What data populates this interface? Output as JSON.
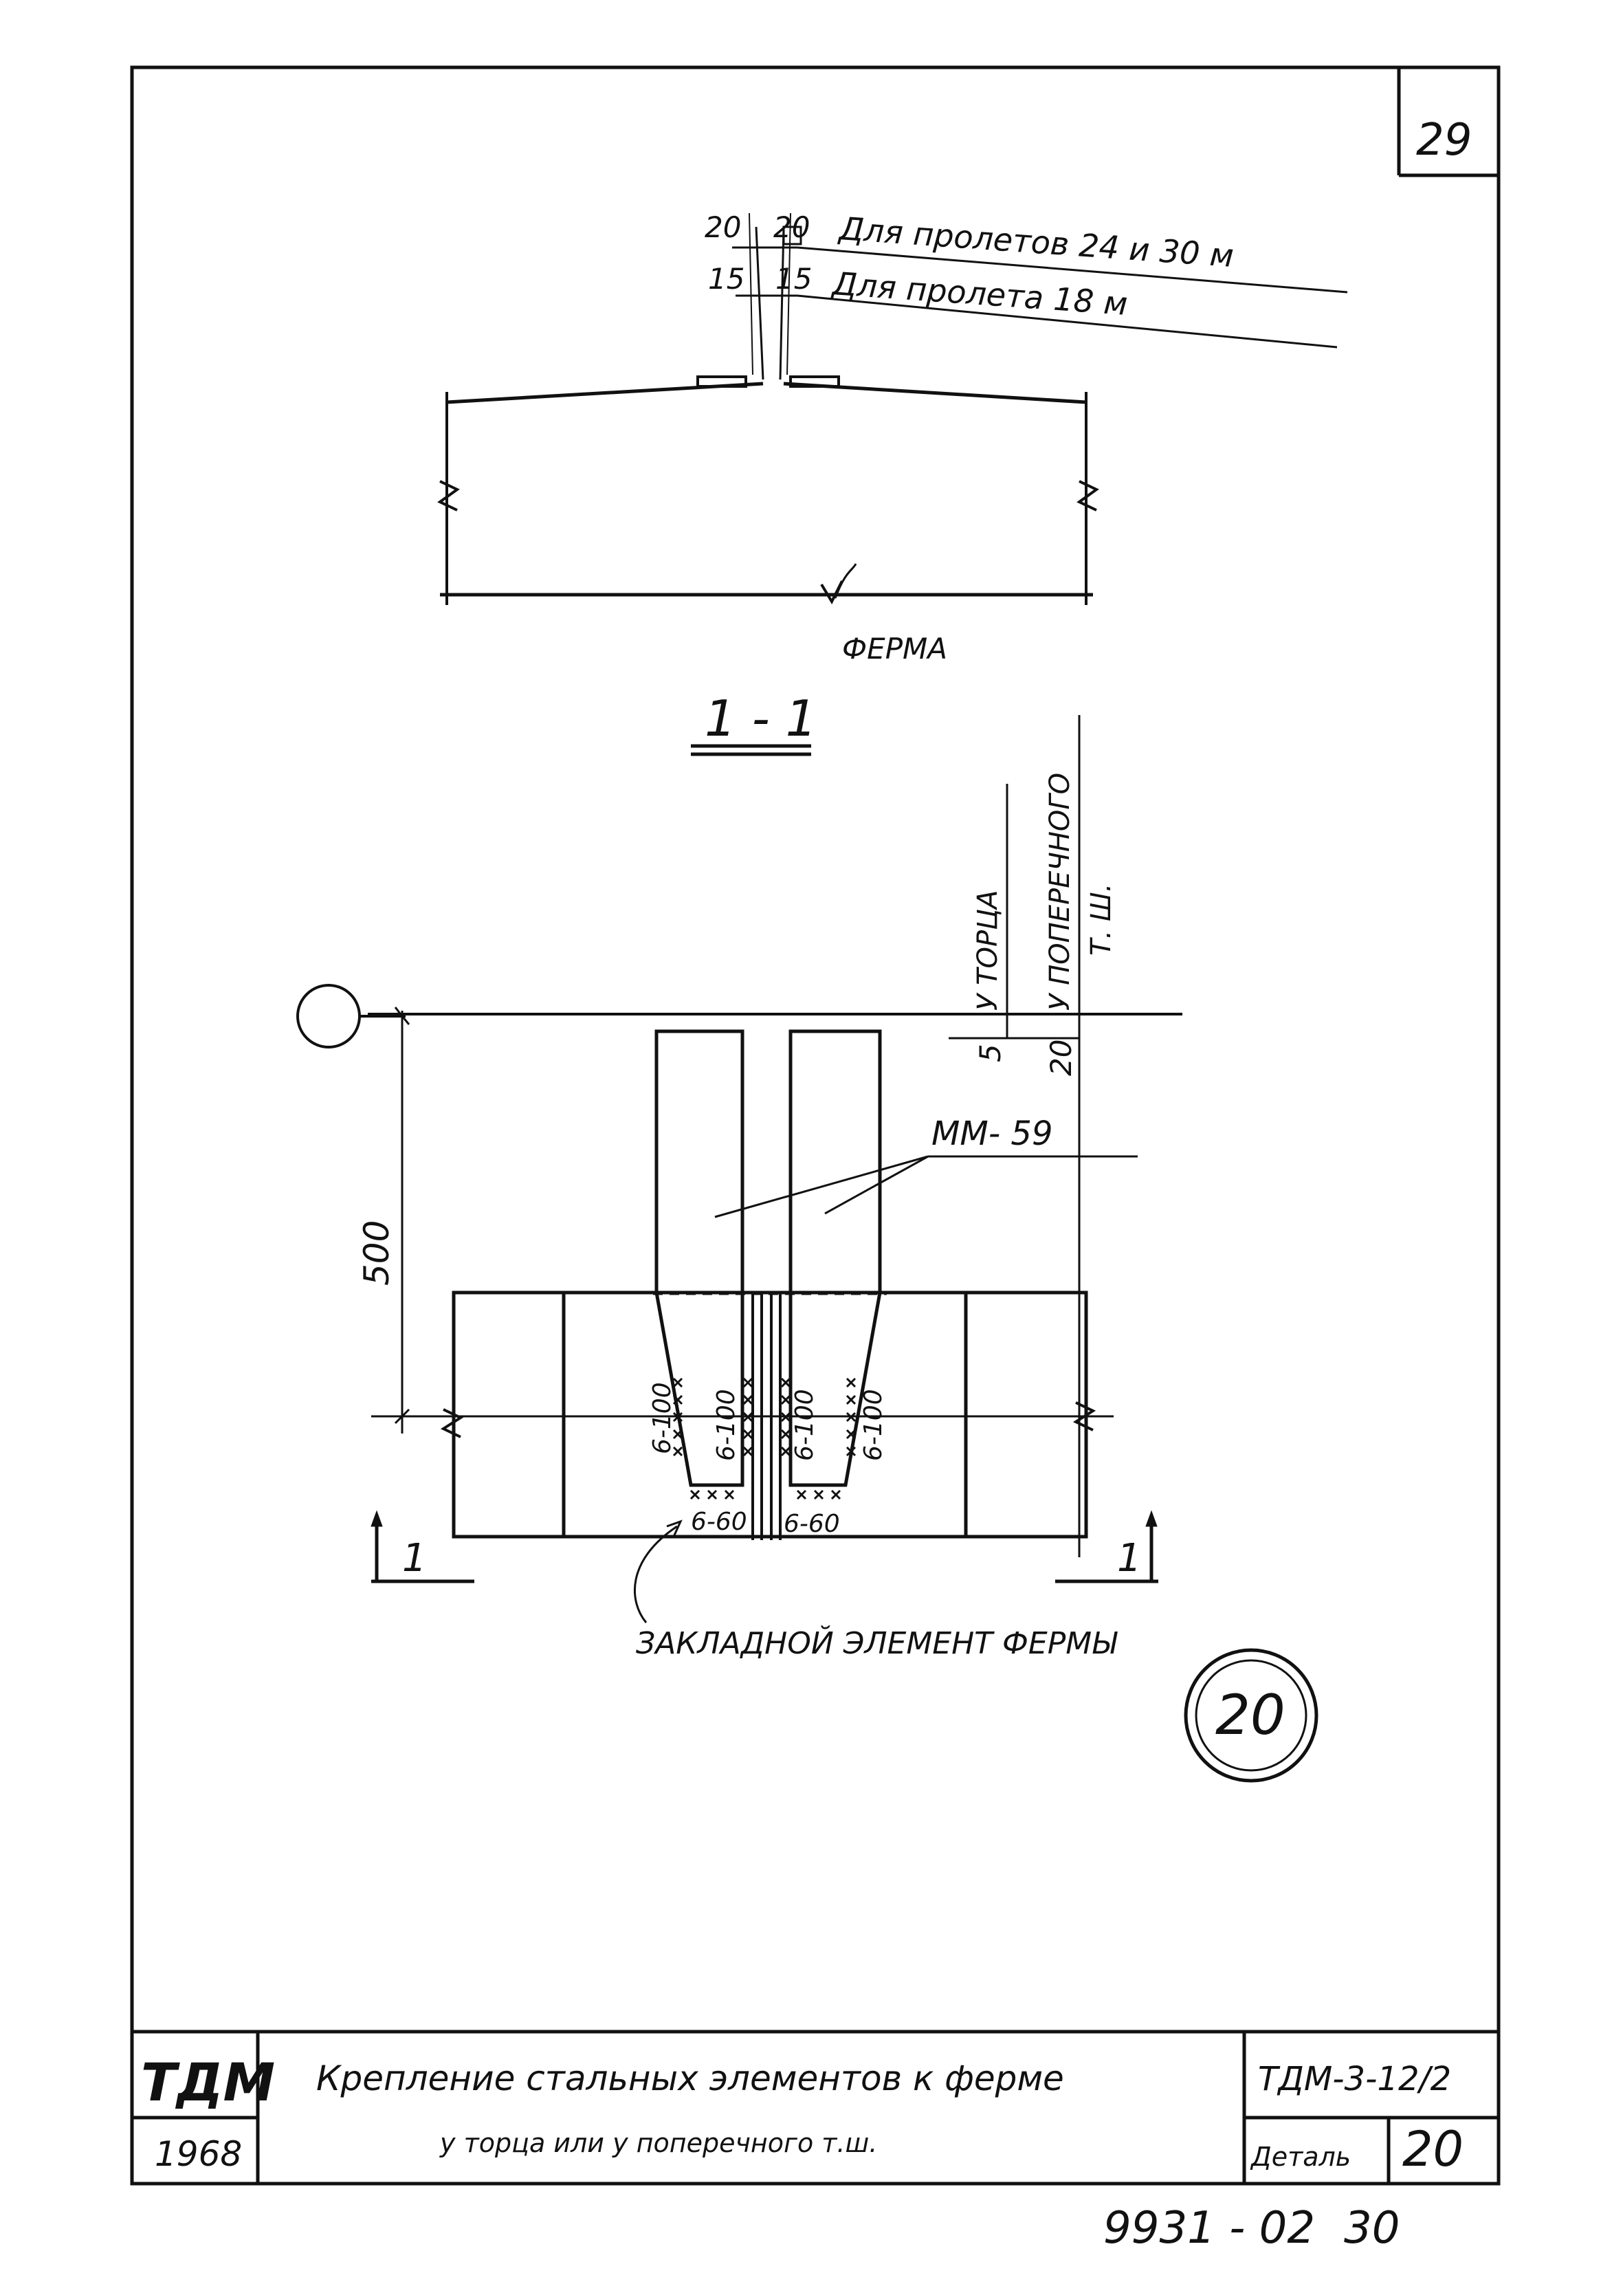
{
  "sheet_number": "29",
  "top_note_1": "Для пролетов 24 и 30 м",
  "top_note_2": "Для пролета 18 м",
  "dim_top_20_left": "20",
  "dim_top_20_right": "20",
  "dim_top_15_left": "15",
  "dim_top_15_right": "15",
  "truss_label": "ФЕРМА",
  "section_label": "1 - 1",
  "vertical_label_end": "У ТОРЦА",
  "vertical_label_joint_1": "У ПОПЕРЕЧНОГО",
  "vertical_label_joint_2": "Т. Ш.",
  "dim_5": "5",
  "dim_20": "20",
  "dim_500": "500",
  "part_mark": "ММ- 59",
  "weld_outer_left": "6-100",
  "weld_inner_left": "6-100",
  "weld_inner_right": "6-100",
  "weld_outer_right": "6-100",
  "weld_bottom_left": "6-60",
  "weld_bottom_right": "6-60",
  "cut_mark_left": "1",
  "cut_mark_right": "1",
  "embed_label": "ЗАКЛАДНОЙ ЭЛЕМЕНТ ФЕРМЫ",
  "detail_circle": "20",
  "title_block": {
    "org": "ТДМ",
    "year": "1968",
    "title_line_1": "Крепление стальных элементов к ферме",
    "title_line_2": "у торца или у поперечного т.ш.",
    "doc_code": "ТДМ-3-12/2",
    "detail_label": "Деталь",
    "detail_number": "20"
  },
  "footer_code": "9931 - 02",
  "footer_page": "30"
}
